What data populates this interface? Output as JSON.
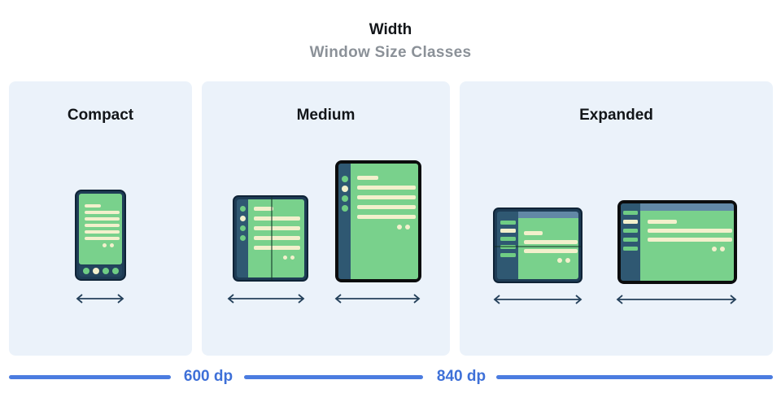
{
  "header": {
    "title": "Width",
    "subtitle": "Window Size Classes"
  },
  "panels": [
    {
      "label": "Compact"
    },
    {
      "label": "Medium"
    },
    {
      "label": "Expanded"
    }
  ],
  "ruler": {
    "breakpoints": [
      {
        "label": "600 dp"
      },
      {
        "label": "840 dp"
      }
    ]
  },
  "colors": {
    "accent_blue": "#4B7CE0",
    "accent_blue_text": "#3E70D8",
    "panel_bg": "#EBF2FA",
    "screen_green": "#79D18C",
    "bar_green": "#6FCD84",
    "cream": "#F3F0CC",
    "frame_navy": "#1E3C55",
    "frame_black": "#0B0C0D",
    "sidebar_navy": "#2F5872",
    "header_slate": "#6288A6",
    "title_black": "#121519",
    "subtitle_gray": "#8B9198",
    "arrow_navy": "#24405A"
  }
}
